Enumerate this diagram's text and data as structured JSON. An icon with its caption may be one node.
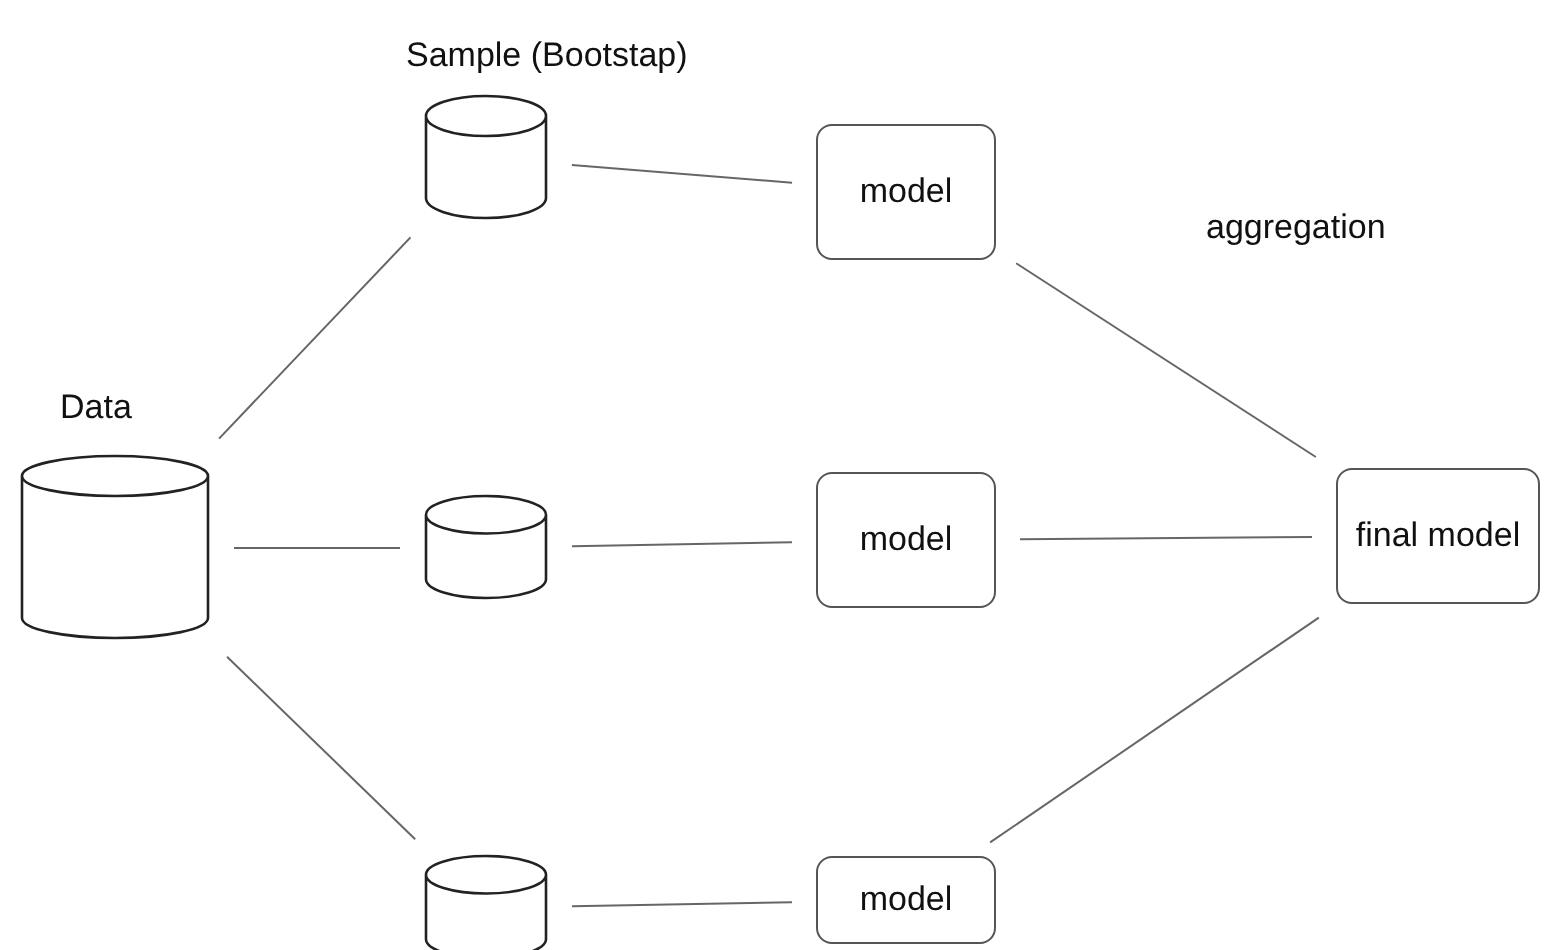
{
  "diagram": {
    "nodes": [
      {
        "text": [],
        "shape": "cylinder",
        "beside": [
          "Data"
        ]
      },
      {
        "text": [],
        "shape": "cylinder"
      },
      {
        "text": [],
        "shape": "cylinder"
      },
      {
        "text": [],
        "shape": "cylinder"
      },
      {
        "text": [
          "model"
        ]
      },
      {
        "text": [
          "model"
        ]
      },
      {
        "text": [
          "model"
        ]
      },
      {
        "text": [
          "final model"
        ]
      }
    ],
    "edges": [
      {
        "from": 0,
        "to": 1,
        "arrow": "none"
      },
      {
        "from": 0,
        "to": 2,
        "arrow": "none"
      },
      {
        "from": 0,
        "to": 3,
        "arrow": "none"
      },
      {
        "from": 1,
        "to": 4,
        "arrow": "none"
      },
      {
        "from": 2,
        "to": 5,
        "arrow": "none"
      },
      {
        "from": 3,
        "to": 6,
        "arrow": "none"
      },
      {
        "from": 4,
        "to": 7,
        "arrow": "none"
      },
      {
        "from": 5,
        "to": 7,
        "arrow": "none"
      },
      {
        "from": 6,
        "to": 7,
        "arrow": "none"
      }
    ],
    "labels": [
      "Sample (Bootstap)",
      "aggregation"
    ]
  }
}
